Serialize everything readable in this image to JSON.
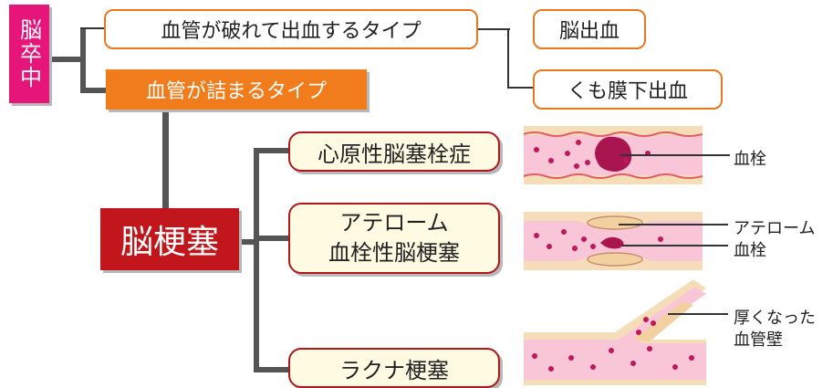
{
  "stroke": {
    "label": "脳卒中",
    "color": "#e6157a"
  },
  "hemorrhagic": {
    "label": "血管が破れて出血するタイプ"
  },
  "cerebral_hemorrhage": {
    "label": "脳出血"
  },
  "subarachnoid_hemorrhage": {
    "label": "くも膜下出血"
  },
  "ischemic": {
    "label": "血管が詰まるタイプ",
    "color": "#f07c1c"
  },
  "infarction": {
    "label": "脳梗塞",
    "color": "#c0161c"
  },
  "subtypes": [
    {
      "label": "心原性脳塞栓症"
    },
    {
      "label_line1": "アテローム",
      "label_line2": "血栓性脳梗塞"
    },
    {
      "label": "ラクナ梗塞"
    }
  ],
  "annotations": {
    "cardioembolic_clot": "血栓",
    "atheroma": "アテローム",
    "atherothrombotic_clot": "血栓",
    "thickened_wall_line1": "厚くなった",
    "thickened_wall_line2": "血管壁"
  },
  "colors": {
    "vessel_wall": "#f6ddb9",
    "lumen": "#f9c6d8",
    "clot": "#a8154f",
    "dots": "#c2185b"
  }
}
